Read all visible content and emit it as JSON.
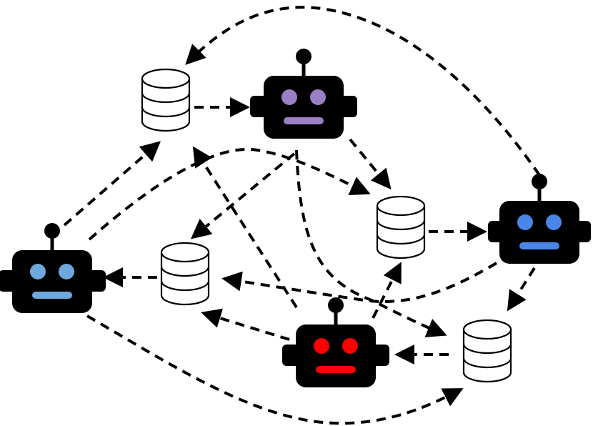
{
  "diagram": {
    "agents": [
      {
        "id": "agent-purple",
        "eye_color": "#9b7fc4",
        "mouth_color": "#9b7fc4",
        "icon": "robot-icon"
      },
      {
        "id": "agent-left-blue",
        "eye_color": "#6fa8dc",
        "mouth_color": "#6fa8dc",
        "icon": "robot-icon"
      },
      {
        "id": "agent-right-blue",
        "eye_color": "#4a86e8",
        "mouth_color": "#4a86e8",
        "icon": "robot-icon"
      },
      {
        "id": "agent-red",
        "eye_color": "#ff0000",
        "mouth_color": "#ff0000",
        "icon": "robot-icon"
      }
    ],
    "databases": [
      {
        "id": "db-top-left",
        "icon": "database-icon"
      },
      {
        "id": "db-middle-left",
        "icon": "database-icon"
      },
      {
        "id": "db-center",
        "icon": "database-icon"
      },
      {
        "id": "db-bottom-right",
        "icon": "database-icon"
      }
    ],
    "edges": [
      {
        "from": "db-top-left",
        "to": "agent-purple"
      },
      {
        "from": "agent-left-blue",
        "to": "db-top-left"
      },
      {
        "from": "agent-right-blue",
        "to": "db-top-left"
      },
      {
        "from": "agent-purple",
        "to": "db-center"
      },
      {
        "from": "agent-purple",
        "to": "db-middle-left"
      },
      {
        "from": "agent-purple",
        "to": "db-bottom-right"
      },
      {
        "from": "agent-left-blue",
        "to": "db-center"
      },
      {
        "from": "db-center",
        "to": "agent-right-blue"
      },
      {
        "from": "agent-right-blue",
        "to": "db-bottom-right"
      },
      {
        "from": "agent-right-blue",
        "to": "db-middle-left"
      },
      {
        "from": "db-middle-left",
        "to": "agent-left-blue"
      },
      {
        "from": "agent-red",
        "to": "db-top-left"
      },
      {
        "from": "agent-red",
        "to": "db-middle-left"
      },
      {
        "from": "agent-red",
        "to": "db-center"
      },
      {
        "from": "db-bottom-right",
        "to": "agent-red"
      },
      {
        "from": "agent-left-blue",
        "to": "db-bottom-right"
      }
    ]
  }
}
